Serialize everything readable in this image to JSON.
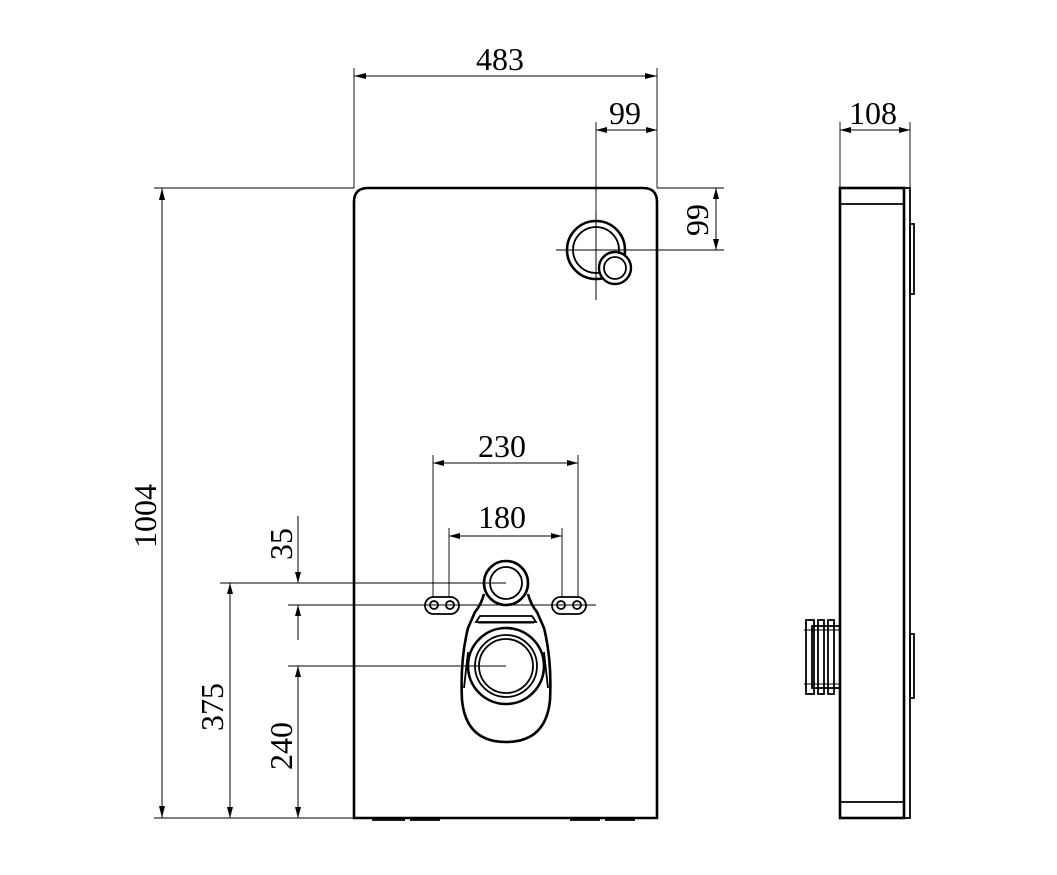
{
  "dimensions": {
    "overall_width": "483",
    "flush_button_offset_x": "99",
    "flush_button_offset_y": "99",
    "depth": "108",
    "overall_height": "1004",
    "bolt_spacing_outer": "230",
    "bolt_spacing_inner": "180",
    "bolt_to_inlet": "35",
    "inlet_height": "375",
    "outlet_height": "240"
  }
}
